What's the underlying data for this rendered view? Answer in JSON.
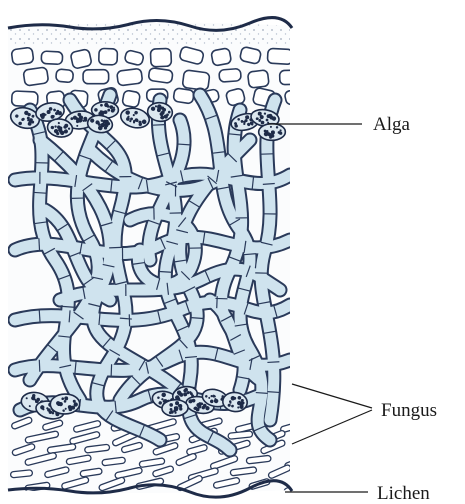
{
  "labels": {
    "alga": "Alga",
    "fungus": "Fungus",
    "lichen": "Lichen"
  },
  "colors": {
    "hypha_fill": "#cfe3ee",
    "outline": "#2a3a5a",
    "background": "#ffffff"
  }
}
